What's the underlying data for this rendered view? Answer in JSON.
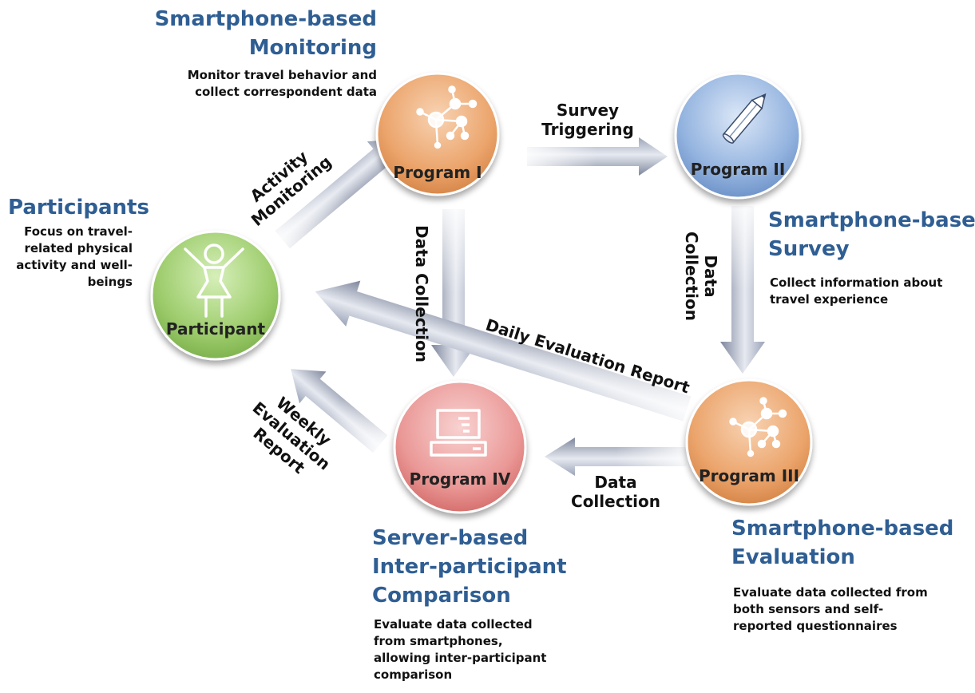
{
  "nodes": {
    "participant": {
      "label": "Participant",
      "icon": "person-icon",
      "color": "#9ccc6f"
    },
    "program1": {
      "label": "Program I",
      "icon": "network-icon",
      "color": "#e8a06a"
    },
    "program2": {
      "label": "Program II",
      "icon": "pencil-icon",
      "color": "#8fb0dd"
    },
    "program3": {
      "label": "Program III",
      "icon": "network-icon",
      "color": "#e8a06a"
    },
    "program4": {
      "label": "Program IV",
      "icon": "computer-icon",
      "color": "#e8908f"
    }
  },
  "sections": {
    "participants": {
      "heading": "Participants",
      "desc_lines": [
        "Focus on travel-",
        "related physical",
        "activity and well-",
        "beings"
      ]
    },
    "monitoring": {
      "heading_lines": [
        "Smartphone-based",
        "Monitoring"
      ],
      "desc_lines": [
        "Monitor travel behavior and",
        "collect correspondent data"
      ]
    },
    "survey": {
      "heading_lines": [
        "Smartphone-based",
        "Survey"
      ],
      "desc_lines": [
        "Collect information about",
        "travel experience"
      ]
    },
    "evaluation": {
      "heading_lines": [
        "Smartphone-based",
        "Evaluation"
      ],
      "desc_lines": [
        "Evaluate data  collected from",
        "both sensors and self-",
        "reported questionnaires"
      ]
    },
    "comparison": {
      "heading_lines": [
        "Server-based",
        "Inter-participant",
        "Comparison"
      ],
      "desc_lines": [
        "Evaluate data collected",
        "from smartphones,",
        "allowing inter-participant",
        "comparison"
      ]
    }
  },
  "arrows": {
    "activity_monitoring": [
      "Activity",
      "Monitoring"
    ],
    "survey_triggering": [
      "Survey",
      "Triggering"
    ],
    "data_collection_p1_p4": "Data Collection",
    "data_collection_p2_p3": [
      "Data",
      "Collection"
    ],
    "daily_evaluation_report": "Daily Evaluation  Report",
    "weekly_evaluation_report": [
      "Weekly",
      "Evaluation",
      "Report"
    ],
    "data_collection_p3_p4": [
      "Data",
      "Collection"
    ]
  }
}
